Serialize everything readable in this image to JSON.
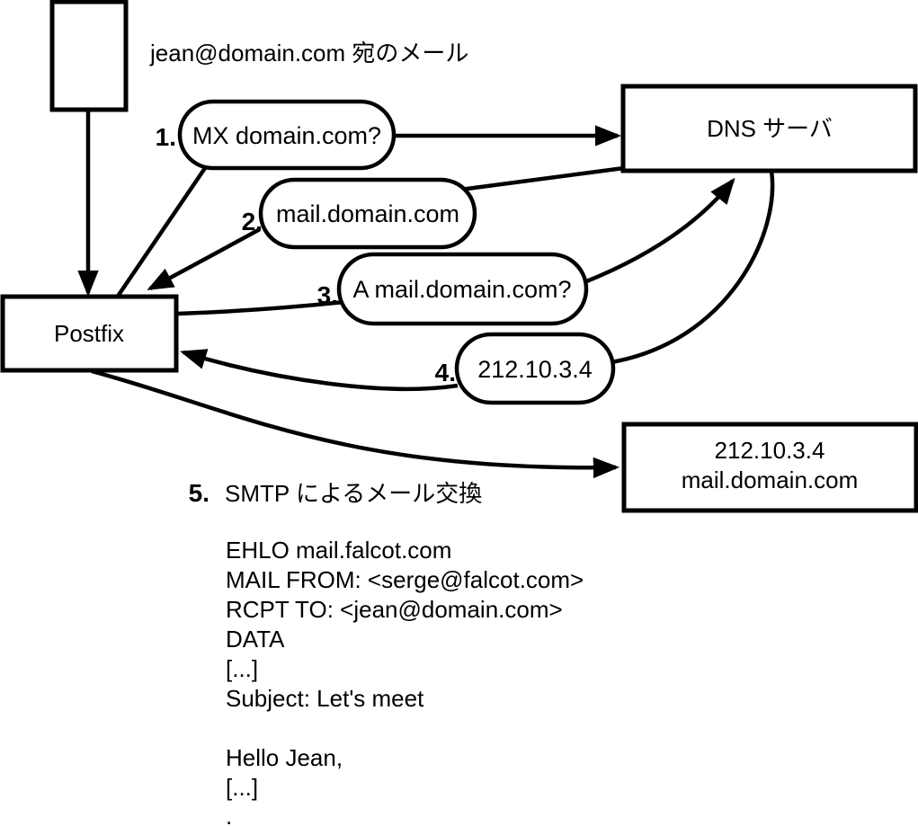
{
  "diagram": {
    "title_note": "jean@domain.com 宛のメール",
    "nodes": {
      "postfix": "Postfix",
      "dns_server": "DNS サーバ",
      "mail_server_ip": "212.10.3.4",
      "mail_server_host": "mail.domain.com"
    },
    "steps": [
      {
        "num": "1.",
        "label": "MX domain.com?"
      },
      {
        "num": "2.",
        "label": "mail.domain.com"
      },
      {
        "num": "3.",
        "label": "A mail.domain.com?"
      },
      {
        "num": "4.",
        "label": "212.10.3.4"
      },
      {
        "num": "5.",
        "label": "SMTP によるメール交換"
      }
    ],
    "smtp_session": [
      "EHLO mail.falcot.com",
      "MAIL FROM: <serge@falcot.com>",
      "RCPT TO: <jean@domain.com>",
      "DATA",
      "[...]",
      "Subject: Let's meet",
      "",
      "Hello Jean,",
      "[...]",
      "."
    ]
  },
  "colors": {
    "ink": "#000000",
    "background": "#ffffff"
  }
}
